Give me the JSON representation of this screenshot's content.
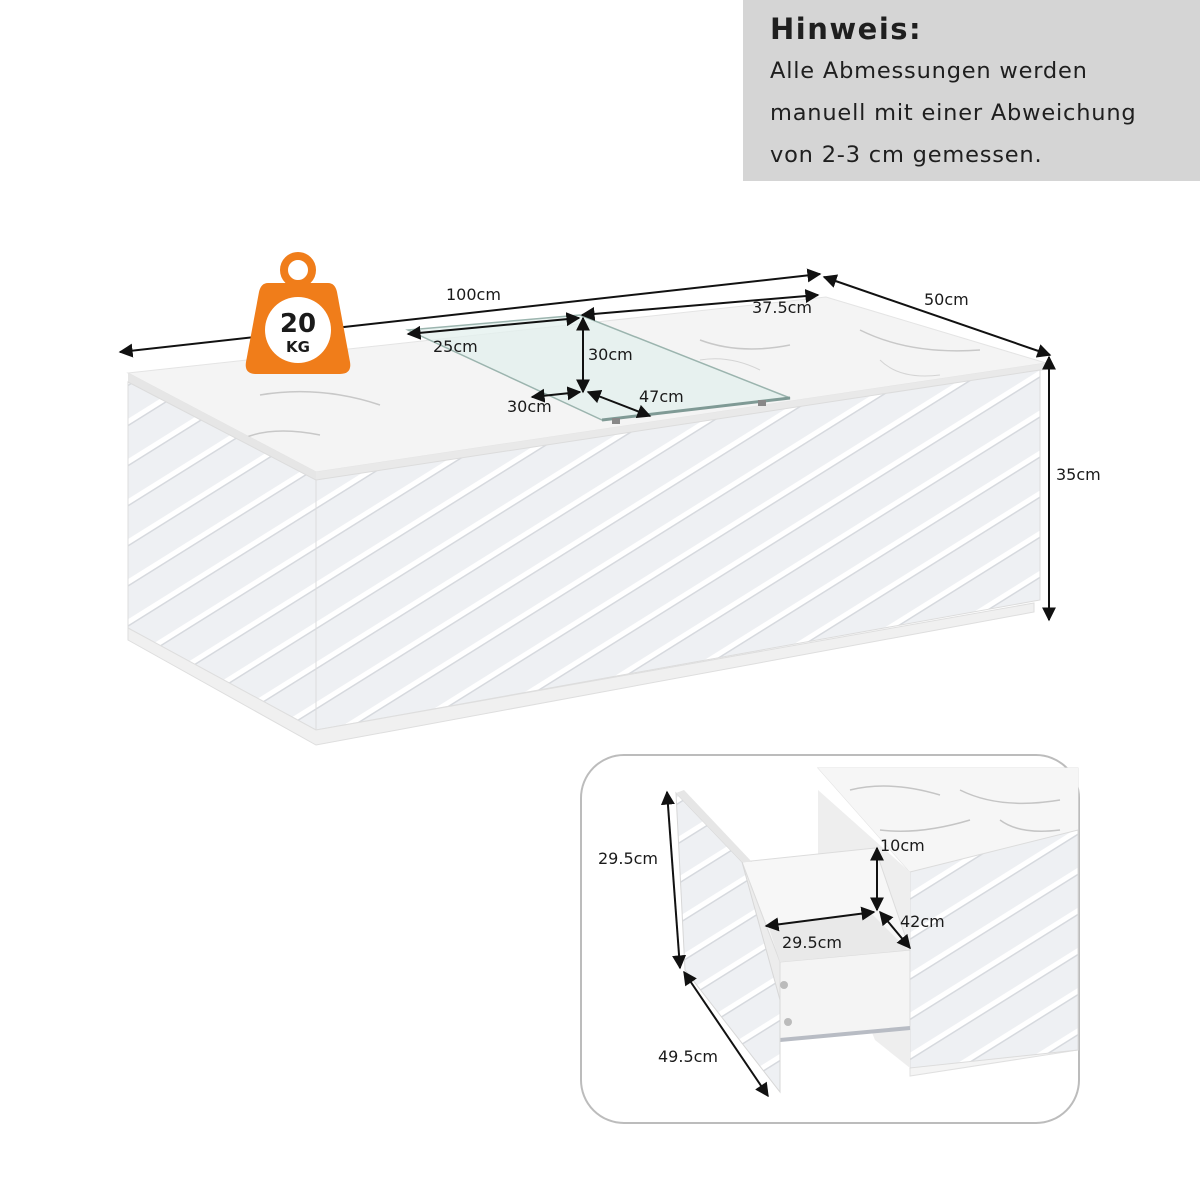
{
  "note": {
    "title": "Hinweis:",
    "lines": [
      "Alle Abmessungen werden",
      "manuell mit einer Abweichung",
      "von 2-3 cm gemessen."
    ]
  },
  "weight_badge": {
    "value": "20",
    "unit": "KG",
    "color": "#f07d1a"
  },
  "main_dimensions": {
    "length": "100cm",
    "depth": "50cm",
    "height": "35cm",
    "top_panel": "37.5cm",
    "glass_width": "25cm",
    "glass_depth": "30cm",
    "glass_length": "47cm",
    "inner_depth": "30cm"
  },
  "drawer_dimensions": {
    "front_height": "29.5cm",
    "front_width": "49.5cm",
    "inner_height": "10cm",
    "inner_width": "29.5cm",
    "inner_depth": "42cm"
  },
  "colors": {
    "background": "#ffffff",
    "note_box": "#d5d5d5",
    "body": "#f2f3f5",
    "marble": "#f4f4f4"
  }
}
